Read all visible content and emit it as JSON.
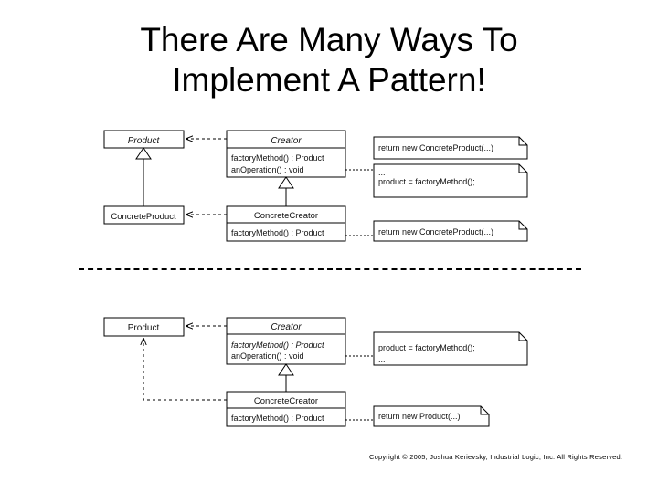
{
  "title": {
    "line1": "There Are Many Ways To",
    "line2": "Implement A Pattern!"
  },
  "top_diagram": {
    "product": "Product",
    "concrete_product": "ConcreteProduct",
    "creator": {
      "name": "Creator",
      "method1": "factoryMethod() : Product",
      "method2": "anOperation() : void"
    },
    "concrete_creator": {
      "name": "ConcreteCreator",
      "method1": "factoryMethod() : Product"
    },
    "note_factory": "return new ConcreteProduct(...)",
    "note_operation": {
      "line1": "...",
      "line2": "product = factoryMethod();"
    },
    "note_concrete": "return new ConcreteProduct(...)"
  },
  "bottom_diagram": {
    "product": "Product",
    "creator": {
      "name": "Creator",
      "method1": "factoryMethod() : Product",
      "method2": "anOperation() : void"
    },
    "concrete_creator": {
      "name": "ConcreteCreator",
      "method1": "factoryMethod() : Product"
    },
    "note_operation": {
      "line1": "product = factoryMethod();",
      "line2": "..."
    },
    "note_concrete": "return new Product(...)"
  },
  "copyright": "Copyright © 2005, Joshua Kerievsky, Industrial Logic, Inc. All Rights Reserved."
}
